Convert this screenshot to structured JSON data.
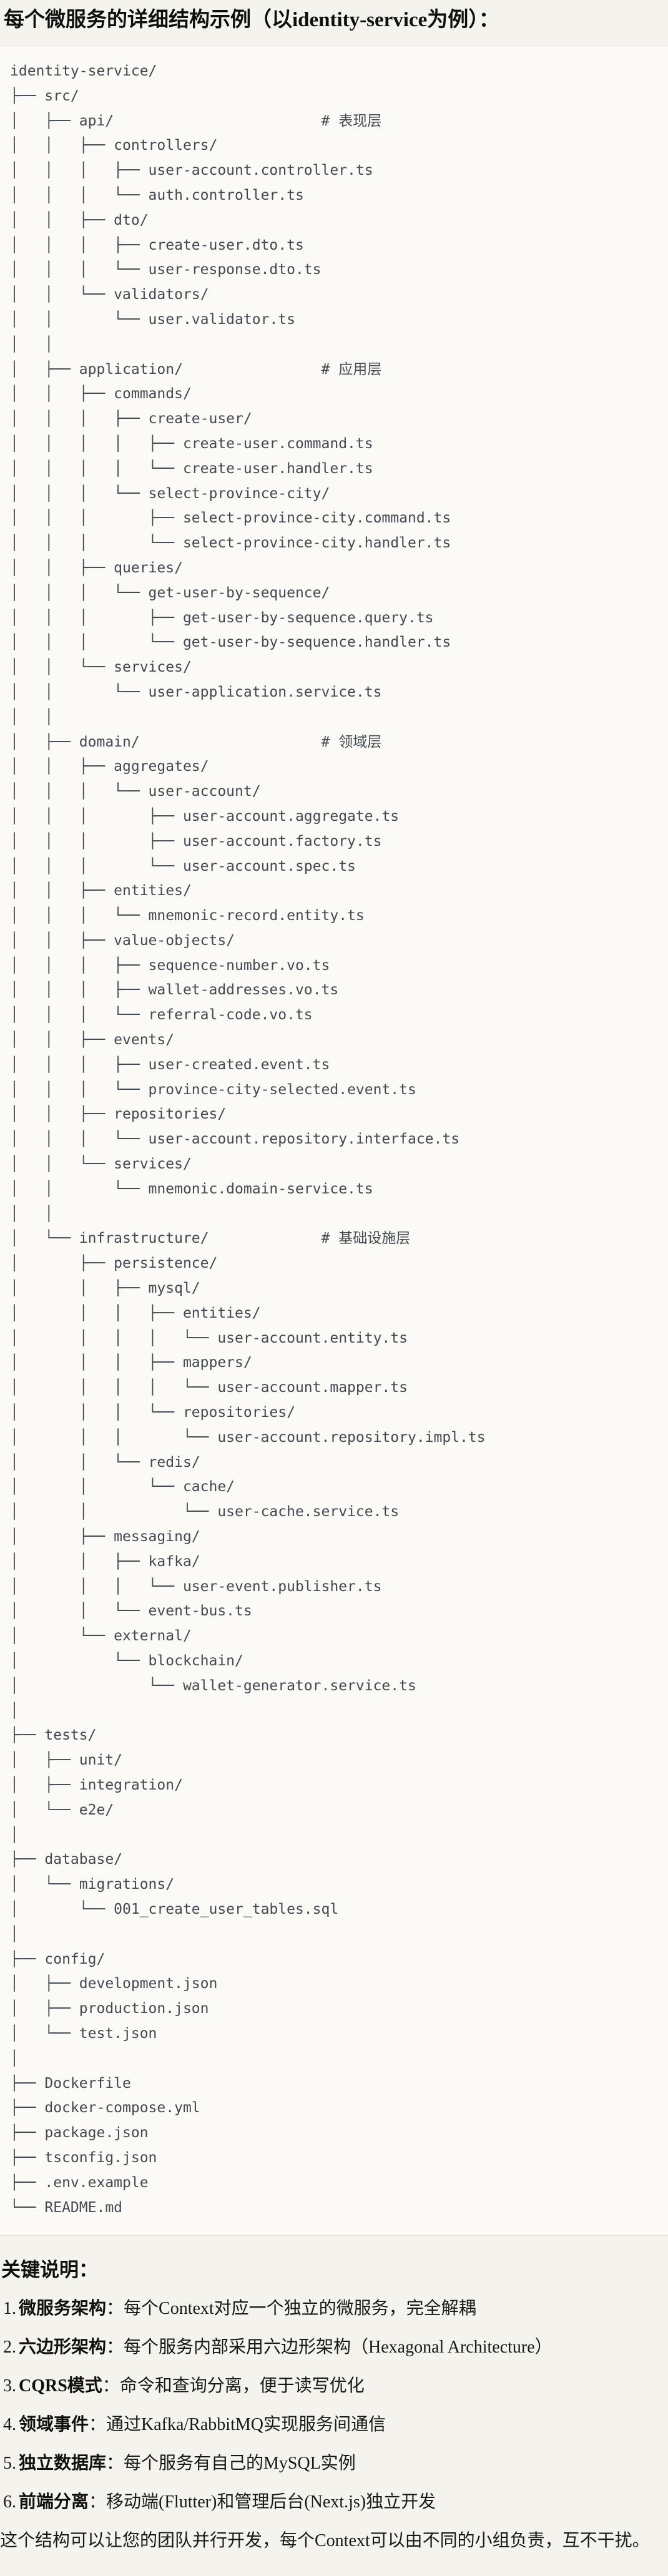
{
  "title": "每个微服务的详细结构示例（以identity-service为例）：",
  "tree": {
    "lines": [
      "identity-service/",
      "├── src/",
      "│   ├── api/                        # 表现层",
      "│   │   ├── controllers/",
      "│   │   │   ├── user-account.controller.ts",
      "│   │   │   └── auth.controller.ts",
      "│   │   ├── dto/",
      "│   │   │   ├── create-user.dto.ts",
      "│   │   │   └── user-response.dto.ts",
      "│   │   └── validators/",
      "│   │       └── user.validator.ts",
      "│   │",
      "│   ├── application/                # 应用层",
      "│   │   ├── commands/",
      "│   │   │   ├── create-user/",
      "│   │   │   │   ├── create-user.command.ts",
      "│   │   │   │   └── create-user.handler.ts",
      "│   │   │   └── select-province-city/",
      "│   │   │       ├── select-province-city.command.ts",
      "│   │   │       └── select-province-city.handler.ts",
      "│   │   ├── queries/",
      "│   │   │   └── get-user-by-sequence/",
      "│   │   │       ├── get-user-by-sequence.query.ts",
      "│   │   │       └── get-user-by-sequence.handler.ts",
      "│   │   └── services/",
      "│   │       └── user-application.service.ts",
      "│   │",
      "│   ├── domain/                     # 领域层",
      "│   │   ├── aggregates/",
      "│   │   │   └── user-account/",
      "│   │   │       ├── user-account.aggregate.ts",
      "│   │   │       ├── user-account.factory.ts",
      "│   │   │       └── user-account.spec.ts",
      "│   │   ├── entities/",
      "│   │   │   └── mnemonic-record.entity.ts",
      "│   │   ├── value-objects/",
      "│   │   │   ├── sequence-number.vo.ts",
      "│   │   │   ├── wallet-addresses.vo.ts",
      "│   │   │   └── referral-code.vo.ts",
      "│   │   ├── events/",
      "│   │   │   ├── user-created.event.ts",
      "│   │   │   └── province-city-selected.event.ts",
      "│   │   ├── repositories/",
      "│   │   │   └── user-account.repository.interface.ts",
      "│   │   └── services/",
      "│   │       └── mnemonic.domain-service.ts",
      "│   │",
      "│   └── infrastructure/             # 基础设施层",
      "│       ├── persistence/",
      "│       │   ├── mysql/",
      "│       │   │   ├── entities/",
      "│       │   │   │   └── user-account.entity.ts",
      "│       │   │   ├── mappers/",
      "│       │   │   │   └── user-account.mapper.ts",
      "│       │   │   └── repositories/",
      "│       │   │       └── user-account.repository.impl.ts",
      "│       │   └── redis/",
      "│       │       └── cache/",
      "│       │           └── user-cache.service.ts",
      "│       ├── messaging/",
      "│       │   ├── kafka/",
      "│       │   │   └── user-event.publisher.ts",
      "│       │   └── event-bus.ts",
      "│       └── external/",
      "│           └── blockchain/",
      "│               └── wallet-generator.service.ts",
      "│",
      "├── tests/",
      "│   ├── unit/",
      "│   ├── integration/",
      "│   └── e2e/",
      "│",
      "├── database/",
      "│   └── migrations/",
      "│       └── 001_create_user_tables.sql",
      "│",
      "├── config/",
      "│   ├── development.json",
      "│   ├── production.json",
      "│   └── test.json",
      "│",
      "├── Dockerfile",
      "├── docker-compose.yml",
      "├── package.json",
      "├── tsconfig.json",
      "├── .env.example",
      "└── README.md"
    ]
  },
  "notes": {
    "heading": "关键说明：",
    "items": [
      {
        "num": "1.",
        "label": "微服务架构",
        "desc": "：每个Context对应一个独立的微服务，完全解耦"
      },
      {
        "num": "2.",
        "label": "六边形架构",
        "desc": "：每个服务内部采用六边形架构（Hexagonal Architecture）"
      },
      {
        "num": "3.",
        "label": "CQRS模式",
        "desc": "：命令和查询分离，便于读写优化"
      },
      {
        "num": "4.",
        "label": "领域事件",
        "desc": "：通过Kafka/RabbitMQ实现服务间通信"
      },
      {
        "num": "5.",
        "label": "独立数据库",
        "desc": "：每个服务有自己的MySQL实例"
      },
      {
        "num": "6.",
        "label": "前端分离",
        "desc": "：移动端(Flutter)和管理后台(Next.js)独立开发"
      }
    ]
  },
  "footer": "这个结构可以让您的团队并行开发，每个Context可以由不同的小组负责，互不干扰。",
  "colors": {
    "page_bg": "#f4f3ed",
    "code_bg": "#fbfaf7",
    "code_border": "#e6e4dd",
    "tree_text": "#424950",
    "body_text": "#17181a"
  }
}
